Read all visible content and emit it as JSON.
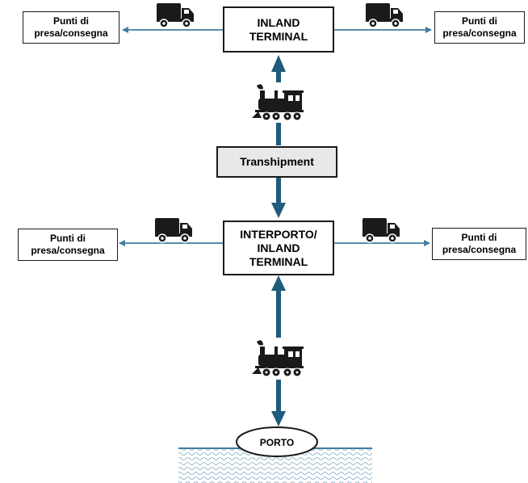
{
  "nodes": {
    "inland_terminal_top": "INLAND\nTERMINAL",
    "transhipment": "Transhipment",
    "interporto": "INTERPORTO/\nINLAND\nTERMINAL",
    "porto": "PORTO",
    "pickup_top_left": "Punti di\npresa/consegna",
    "pickup_top_right": "Punti di\npresa/consegna",
    "pickup_mid_left": "Punti di\npresa/consegna",
    "pickup_mid_right": "Punti di\npresa/consegna"
  },
  "icons": [
    "truck-icon",
    "train-icon",
    "port-water"
  ],
  "colors": {
    "arrow_blue": "#3f7ea0",
    "dark_arrow": "#1e5b7c",
    "box_border": "#1a1a1a",
    "transhipment_fill": "#e8e8e8",
    "sea_line": "#3f7ea0",
    "truck": "#1a1a1a"
  }
}
